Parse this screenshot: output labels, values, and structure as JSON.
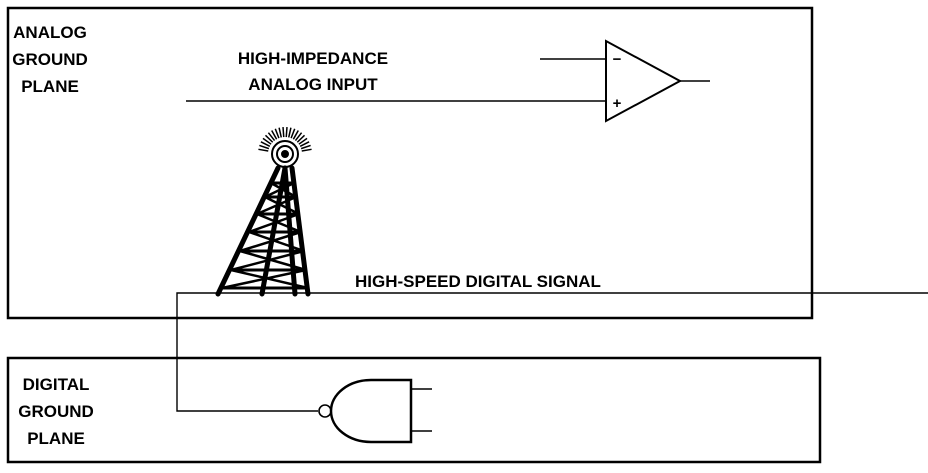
{
  "analog_plane": {
    "label_lines": [
      "ANALOG",
      "GROUND",
      "PLANE"
    ]
  },
  "digital_plane": {
    "label_lines": [
      "DIGITAL",
      "GROUND",
      "PLANE"
    ]
  },
  "analog_input": {
    "label_lines": [
      "HIGH-IMPEDANCE",
      "ANALOG INPUT"
    ]
  },
  "digital_signal": {
    "label": "HIGH-SPEED DIGITAL SIGNAL"
  },
  "op_amp": {
    "minus_sign": "−",
    "plus_sign": "+"
  },
  "colors": {
    "line": "#000000",
    "background": "#ffffff"
  },
  "icons": {
    "antenna": "radio-tower-icon",
    "amplifier": "op-amp-icon",
    "gate": "nand-gate-icon"
  }
}
